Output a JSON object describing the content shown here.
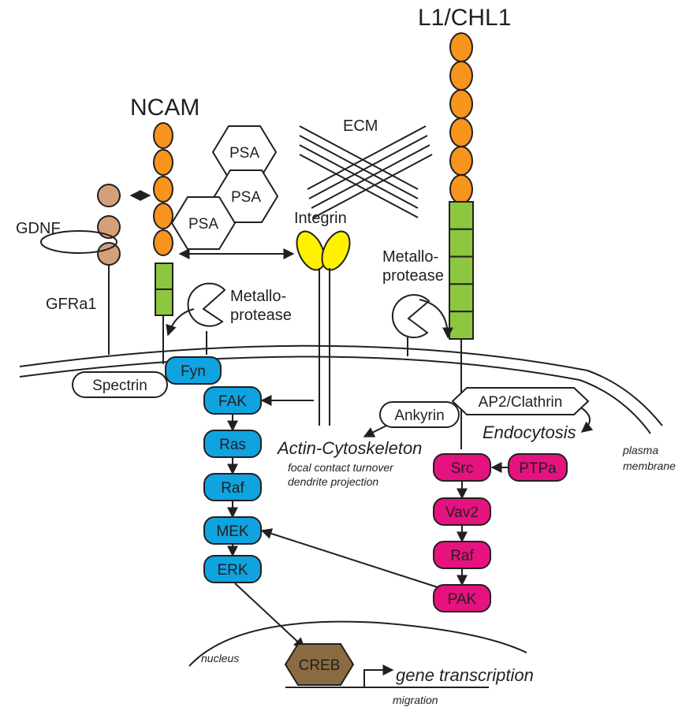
{
  "colors": {
    "orange": "#f7941d",
    "green": "#8dc63f",
    "yellow": "#fff200",
    "tan": "#d3a07a",
    "blue": "#0fa3e0",
    "magenta": "#e6127f",
    "brown": "#8b6c42",
    "outline": "#231f20"
  },
  "labels": {
    "l1_chl1": "L1/CHL1",
    "ncam": "NCAM",
    "ecm": "ECM",
    "integrin": "Integrin",
    "gdnf": "GDNF",
    "gfra1": "GFRa1",
    "metalloprotease_left": [
      "Metallo-",
      "protease"
    ],
    "metalloprotease_right": [
      "Metallo-",
      "protease"
    ],
    "psa": [
      "PSA",
      "PSA",
      "PSA"
    ],
    "spectrin": "Spectrin",
    "ankyrin": "Ankyrin",
    "ap2_clathrin": "AP2/Clathrin",
    "endocytosis": "Endocytosis",
    "actin_cytoskeleton": "Actin-Cytoskeleton",
    "focal_contact": "focal contact turnover",
    "dendrite_projection": "dendrite projection",
    "plasma_membrane": [
      "plasma",
      "membrane"
    ],
    "nucleus": "nucleus",
    "creb": "CREB",
    "gene_transcription": "gene transcription",
    "migration": "migration"
  },
  "blue_pathway": [
    "Fyn",
    "FAK",
    "Ras",
    "Raf",
    "MEK",
    "ERK"
  ],
  "magenta_pathway": [
    "Src",
    "PTPa",
    "Vav2",
    "Raf",
    "PAK"
  ]
}
